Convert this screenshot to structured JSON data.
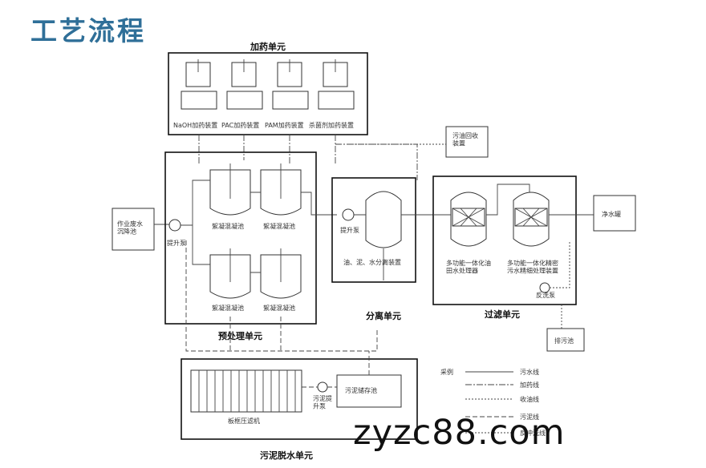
{
  "title": "工艺流程",
  "watermark": "zyzc88.com",
  "colors": {
    "title": "#2f6f98",
    "line": "#444444",
    "text": "#333333"
  },
  "units": {
    "dosing": "加药单元",
    "pretreat": "预处理单元",
    "separation": "分离单元",
    "filtration": "过滤单元",
    "dewater": "污泥脱水单元"
  },
  "dosing_devices": [
    "NaOH加药装置",
    "PAC加药装置",
    "PAM加药装置",
    "杀菌剂加药装置"
  ],
  "equipment": {
    "source_tank": "作业废水\n沉降池",
    "lift_pump_1": "提升泵",
    "coag_tank": "絮凝混凝池",
    "lift_pump_2": "提升泵",
    "separator": "油、泥、水分离装置",
    "oil_recovery": "污油回收\n装置",
    "filter_1": "多功能一体化油\n田水处理器",
    "filter_2": "多功能一体化精密\n污水精细处理装置",
    "backwash_pump": "反洗泵",
    "clean_tank": "净水罐",
    "drain_tank": "排污池",
    "filter_press": "板框压滤机",
    "sludge_pump": "污泥提\n升泵",
    "sludge_tank": "污泥储存池"
  },
  "legend": {
    "header": "采例",
    "items": [
      "污水线",
      "加药线",
      "收油线",
      "污泥线",
      "反冲洗线"
    ]
  }
}
